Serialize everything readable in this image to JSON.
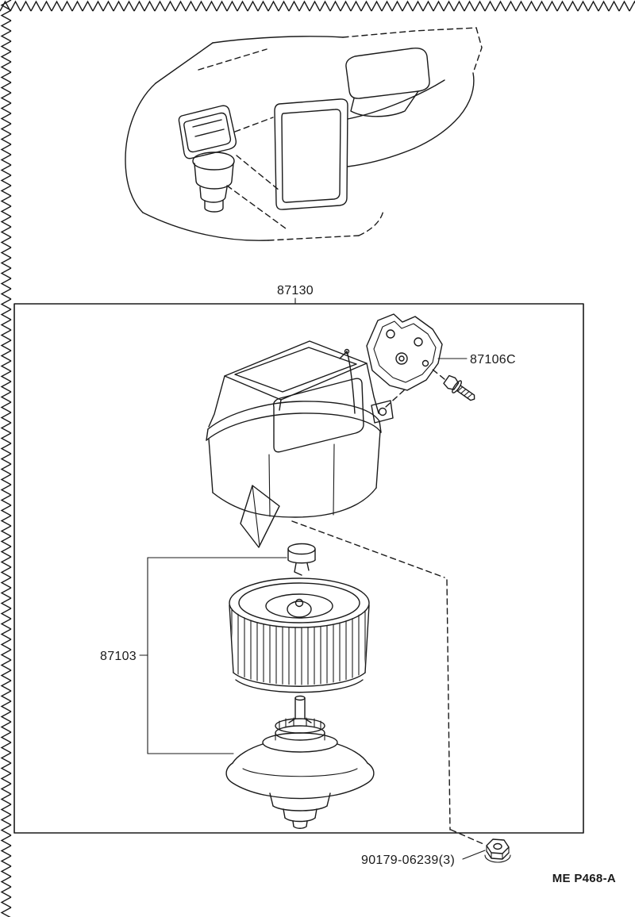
{
  "labels": {
    "assembly": "87130",
    "bracket": "87106C",
    "blower_motor": "87103",
    "nut": "90179-06239(3)",
    "doc_code": "ME  P468-A"
  },
  "colors": {
    "line": "#1a1a1a",
    "background": "#ffffff"
  }
}
